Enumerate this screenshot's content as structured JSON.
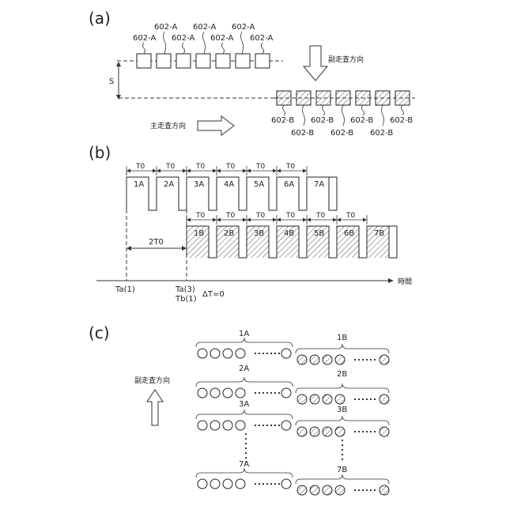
{
  "panels": {
    "a": "(a)",
    "b": "(b)",
    "c": "(c)"
  },
  "a": {
    "top_labels_upper": [
      "602-A",
      "602-A",
      "602-A"
    ],
    "top_labels_lower": [
      "602-A",
      "602-A",
      "602-A",
      "602-A"
    ],
    "bottom_labels_upper": [
      "602-B",
      "602-B",
      "602-B",
      "602-B"
    ],
    "bottom_labels_lower": [
      "602-B",
      "602-B",
      "602-B"
    ],
    "s_label": "S",
    "sub_scan": "副走査方向",
    "main_scan": "主走査方向"
  },
  "b": {
    "t0": "T0",
    "pulses_a": [
      "1A",
      "2A",
      "3A",
      "4A",
      "5A",
      "6A",
      "7A"
    ],
    "pulses_b": [
      "1B",
      "2B",
      "3B",
      "4B",
      "5B",
      "6B",
      "7B"
    ],
    "two_t0": "2T0",
    "ta1": "Ta(1)",
    "ta3": "Ta(3)",
    "tb1": "Tb(1)",
    "delta": "ΔT=0",
    "time_axis": "時間"
  },
  "c": {
    "sub_scan": "副走査方向",
    "groups_a": [
      "1A",
      "2A",
      "3A",
      "7A"
    ],
    "groups_b": [
      "1B",
      "2B",
      "3B",
      "7B"
    ]
  }
}
